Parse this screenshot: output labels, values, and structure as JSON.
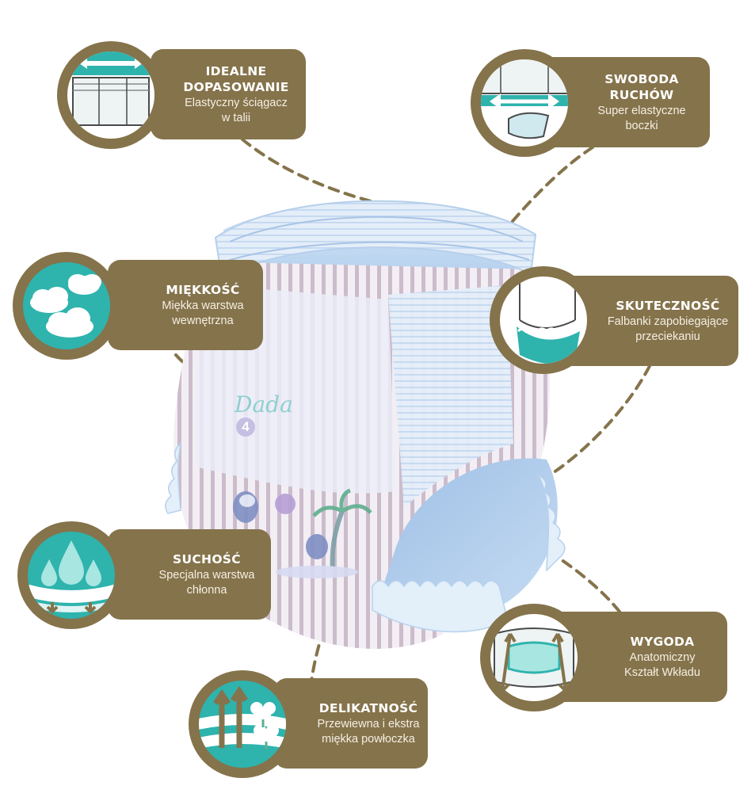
{
  "features": [
    {
      "key": "fit",
      "icon": "elastic-waist-icon",
      "title": "IDEALNE\nDOPASOWANIE",
      "description": "Elastyczny ściągacz\nw talii"
    },
    {
      "key": "freedom",
      "icon": "stretch-sides-icon",
      "title": "SWOBODA\nRUCHÓW",
      "description": "Super elastyczne\nboczki"
    },
    {
      "key": "softness",
      "icon": "clouds-icon",
      "title": "MIĘKKOŚĆ",
      "description": "Miękka warstwa\nwewnętrzna"
    },
    {
      "key": "effectiveness",
      "icon": "leak-guard-frills-icon",
      "title": "SKUTECZNOŚĆ",
      "description": "Falbanki zapobiegające\nprzeciekaniu"
    },
    {
      "key": "dryness",
      "icon": "absorbent-drops-icon",
      "title": "SUCHOŚĆ",
      "description": "Specjalna warstwa\nchłonna"
    },
    {
      "key": "comfort",
      "icon": "anatomic-insert-icon",
      "title": "WYGODA",
      "description": "Anatomiczny\nKształt Wkładu"
    },
    {
      "key": "delicacy",
      "icon": "breathable-cotton-icon",
      "title": "DELIKATNOŚĆ",
      "description": "Przewiewna i ekstra\nmiękka powłoczka"
    }
  ],
  "product": {
    "brand": "Dada",
    "size": "4"
  },
  "colors": {
    "pill": "#85734b",
    "ring": "#85734b",
    "dashes": "#85734b",
    "icon_teal": "#2fb3ad"
  }
}
